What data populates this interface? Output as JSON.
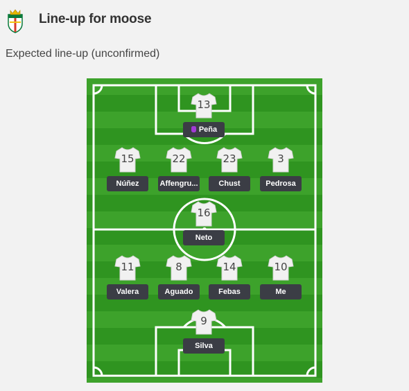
{
  "header": {
    "title": "Line-up for moose",
    "crest_icon": "elche-crest-icon"
  },
  "subtitle": "Expected line-up (unconfirmed)",
  "colors": {
    "pitch_light": "#3da22b",
    "pitch_dark": "#2f9420",
    "name_badge": "#3b3d45",
    "glove": "#a23bd6"
  },
  "players": [
    {
      "number": "13",
      "name": "Peña",
      "position": "goalkeeper",
      "icon": "goalkeeper-glove-icon"
    },
    {
      "number": "15",
      "name": "Núñez"
    },
    {
      "number": "22",
      "name": "Affengru..."
    },
    {
      "number": "23",
      "name": "Chust"
    },
    {
      "number": "3",
      "name": "Pedrosa"
    },
    {
      "number": "16",
      "name": "Neto"
    },
    {
      "number": "11",
      "name": "Valera"
    },
    {
      "number": "8",
      "name": "Aguado"
    },
    {
      "number": "14",
      "name": "Febas"
    },
    {
      "number": "10",
      "name": "Me"
    },
    {
      "number": "9",
      "name": "Silva"
    }
  ]
}
